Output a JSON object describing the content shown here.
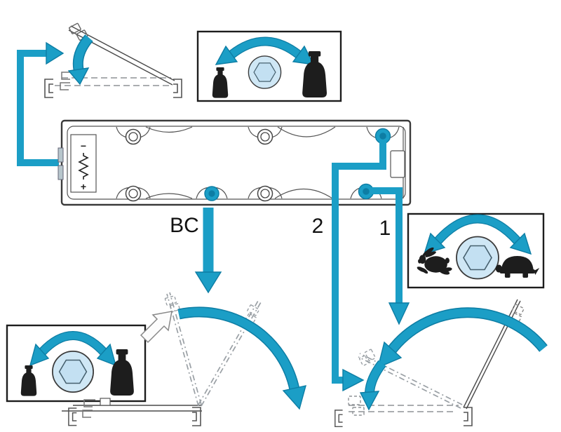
{
  "labels": {
    "backcheck": "BC",
    "valve_two": "2",
    "valve_one": "1"
  },
  "spring_scale": {
    "plus": "+",
    "minus": "−"
  },
  "colors": {
    "accent": "#1b9ec6",
    "accent-dark": "#0d7da4",
    "socket-fill": "#cfe7f5",
    "hex-fill": "#c3e0f2",
    "silhouette": "#1d1d1d"
  }
}
